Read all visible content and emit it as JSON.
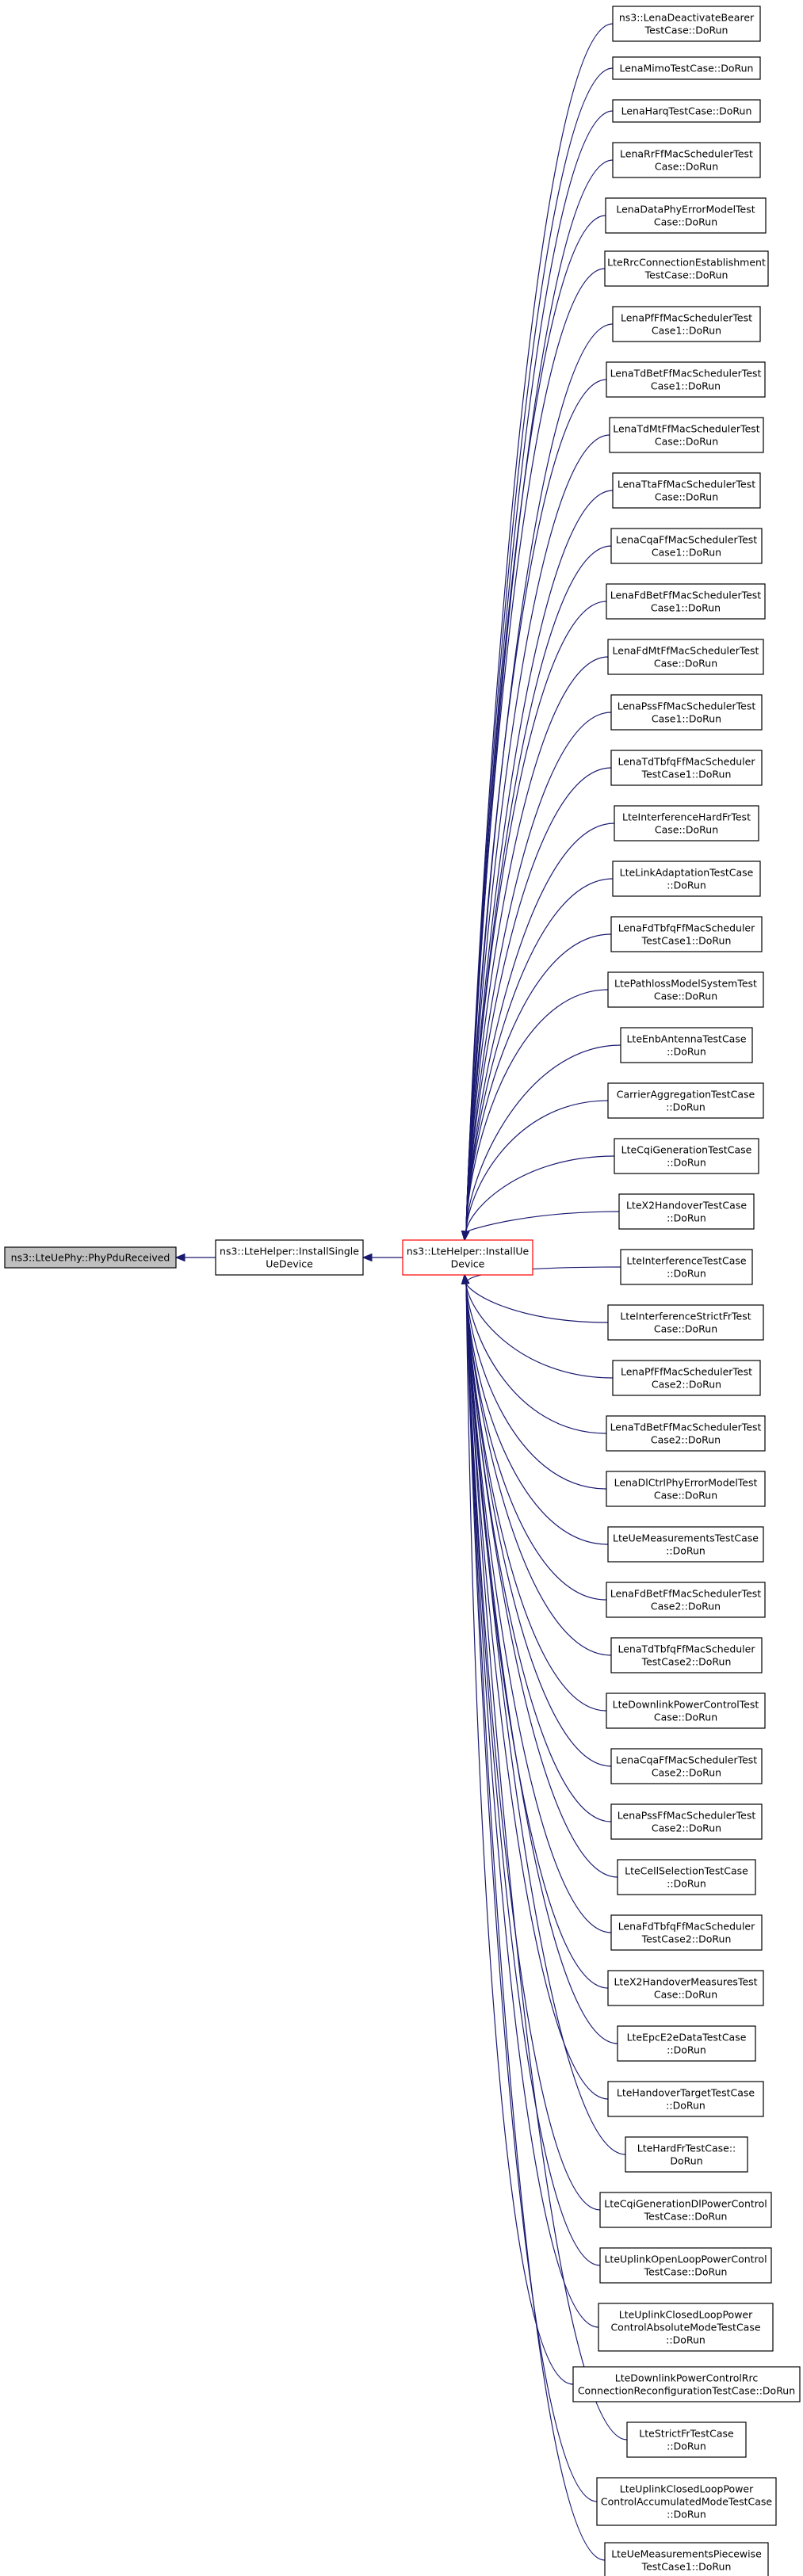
{
  "nodes": [
    {
      "id": "root",
      "lines": [
        "ns3::LteUePhy::PhyPduReceived"
      ],
      "kind": "root"
    },
    {
      "id": "h1",
      "lines": [
        "ns3::LteHelper::InstallSingle",
        "UeDevice"
      ],
      "kind": "normal"
    },
    {
      "id": "h2",
      "lines": [
        "ns3::LteHelper::InstallUe",
        "Device"
      ],
      "kind": "focus"
    },
    {
      "id": "c0",
      "lines": [
        "ns3::LenaDeactivateBearer",
        "TestCase::DoRun"
      ]
    },
    {
      "id": "c1",
      "lines": [
        "LenaMimoTestCase::DoRun"
      ]
    },
    {
      "id": "c2",
      "lines": [
        "LenaHarqTestCase::DoRun"
      ]
    },
    {
      "id": "c3",
      "lines": [
        "LenaRrFfMacSchedulerTest",
        "Case::DoRun"
      ]
    },
    {
      "id": "c4",
      "lines": [
        "LenaDataPhyErrorModelTest",
        "Case::DoRun"
      ]
    },
    {
      "id": "c5",
      "lines": [
        "LteRrcConnectionEstablishment",
        "TestCase::DoRun"
      ]
    },
    {
      "id": "c6",
      "lines": [
        "LenaPfFfMacSchedulerTest",
        "Case1::DoRun"
      ]
    },
    {
      "id": "c7",
      "lines": [
        "LenaTdBetFfMacSchedulerTest",
        "Case1::DoRun"
      ]
    },
    {
      "id": "c8",
      "lines": [
        "LenaTdMtFfMacSchedulerTest",
        "Case::DoRun"
      ]
    },
    {
      "id": "c9",
      "lines": [
        "LenaTtaFfMacSchedulerTest",
        "Case::DoRun"
      ]
    },
    {
      "id": "c10",
      "lines": [
        "LenaCqaFfMacSchedulerTest",
        "Case1::DoRun"
      ]
    },
    {
      "id": "c11",
      "lines": [
        "LenaFdBetFfMacSchedulerTest",
        "Case1::DoRun"
      ]
    },
    {
      "id": "c12",
      "lines": [
        "LenaFdMtFfMacSchedulerTest",
        "Case::DoRun"
      ]
    },
    {
      "id": "c13",
      "lines": [
        "LenaPssFfMacSchedulerTest",
        "Case1::DoRun"
      ]
    },
    {
      "id": "c14",
      "lines": [
        "LenaTdTbfqFfMacScheduler",
        "TestCase1::DoRun"
      ]
    },
    {
      "id": "c15",
      "lines": [
        "LteInterferenceHardFrTest",
        "Case::DoRun"
      ]
    },
    {
      "id": "c16",
      "lines": [
        "LteLinkAdaptationTestCase",
        "::DoRun"
      ]
    },
    {
      "id": "c17",
      "lines": [
        "LenaFdTbfqFfMacScheduler",
        "TestCase1::DoRun"
      ]
    },
    {
      "id": "c18",
      "lines": [
        "LtePathlossModelSystemTest",
        "Case::DoRun"
      ]
    },
    {
      "id": "c19",
      "lines": [
        "LteEnbAntennaTestCase",
        "::DoRun"
      ]
    },
    {
      "id": "c20",
      "lines": [
        "CarrierAggregationTestCase",
        "::DoRun"
      ]
    },
    {
      "id": "c21",
      "lines": [
        "LteCqiGenerationTestCase",
        "::DoRun"
      ]
    },
    {
      "id": "c22",
      "lines": [
        "LteX2HandoverTestCase",
        "::DoRun"
      ]
    },
    {
      "id": "c23",
      "lines": [
        "LteInterferenceTestCase",
        "::DoRun"
      ]
    },
    {
      "id": "c24",
      "lines": [
        "LteInterferenceStrictFrTest",
        "Case::DoRun"
      ]
    },
    {
      "id": "c25",
      "lines": [
        "LenaPfFfMacSchedulerTest",
        "Case2::DoRun"
      ]
    },
    {
      "id": "c26",
      "lines": [
        "LenaTdBetFfMacSchedulerTest",
        "Case2::DoRun"
      ]
    },
    {
      "id": "c27",
      "lines": [
        "LenaDlCtrlPhyErrorModelTest",
        "Case::DoRun"
      ]
    },
    {
      "id": "c28",
      "lines": [
        "LteUeMeasurementsTestCase",
        "::DoRun"
      ]
    },
    {
      "id": "c29",
      "lines": [
        "LenaFdBetFfMacSchedulerTest",
        "Case2::DoRun"
      ]
    },
    {
      "id": "c30",
      "lines": [
        "LenaTdTbfqFfMacScheduler",
        "TestCase2::DoRun"
      ]
    },
    {
      "id": "c31",
      "lines": [
        "LteDownlinkPowerControlTest",
        "Case::DoRun"
      ]
    },
    {
      "id": "c32",
      "lines": [
        "LenaCqaFfMacSchedulerTest",
        "Case2::DoRun"
      ]
    },
    {
      "id": "c33",
      "lines": [
        "LenaPssFfMacSchedulerTest",
        "Case2::DoRun"
      ]
    },
    {
      "id": "c34",
      "lines": [
        "LteCellSelectionTestCase",
        "::DoRun"
      ]
    },
    {
      "id": "c35",
      "lines": [
        "LenaFdTbfqFfMacScheduler",
        "TestCase2::DoRun"
      ]
    },
    {
      "id": "c36",
      "lines": [
        "LteX2HandoverMeasuresTest",
        "Case::DoRun"
      ]
    },
    {
      "id": "c37",
      "lines": [
        "LteEpcE2eDataTestCase",
        "::DoRun"
      ]
    },
    {
      "id": "c38",
      "lines": [
        "LteHandoverTargetTestCase",
        "::DoRun"
      ]
    },
    {
      "id": "c39",
      "lines": [
        "LteHardFrTestCase::",
        "DoRun"
      ]
    },
    {
      "id": "c40",
      "lines": [
        "LteCqiGenerationDlPowerControl",
        "TestCase::DoRun"
      ]
    },
    {
      "id": "c41",
      "lines": [
        "LteUplinkOpenLoopPowerControl",
        "TestCase::DoRun"
      ]
    },
    {
      "id": "c42",
      "lines": [
        "LteUplinkClosedLoopPower",
        "ControlAbsoluteModeTestCase",
        "::DoRun"
      ]
    },
    {
      "id": "c43",
      "lines": [
        "LteDownlinkPowerControlRrc",
        "ConnectionReconfigurationTestCase::DoRun"
      ]
    },
    {
      "id": "c44",
      "lines": [
        "LteStrictFrTestCase",
        "::DoRun"
      ]
    },
    {
      "id": "c45",
      "lines": [
        "LteUplinkClosedLoopPower",
        "ControlAccumulatedModeTestCase",
        "::DoRun"
      ]
    },
    {
      "id": "c46",
      "lines": [
        "LteUeMeasurementsPiecewise",
        "TestCase1::DoRun"
      ]
    }
  ]
}
